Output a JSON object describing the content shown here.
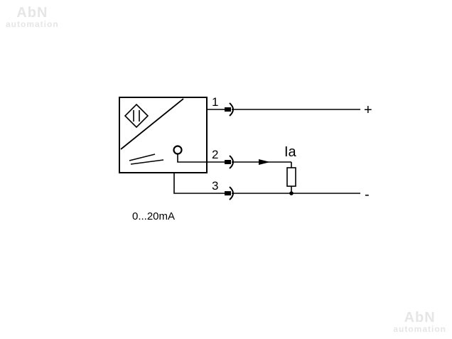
{
  "watermark": {
    "brand": "AbN",
    "subtitle": "automation"
  },
  "pins": [
    {
      "number": "1",
      "terminal": "+"
    },
    {
      "number": "2",
      "terminal": ""
    },
    {
      "number": "3",
      "terminal": "-"
    }
  ],
  "load_current_label": "Ia",
  "output_range": "0...20mA",
  "colors": {
    "line": "#000000",
    "watermark": "#e6e6e6"
  }
}
